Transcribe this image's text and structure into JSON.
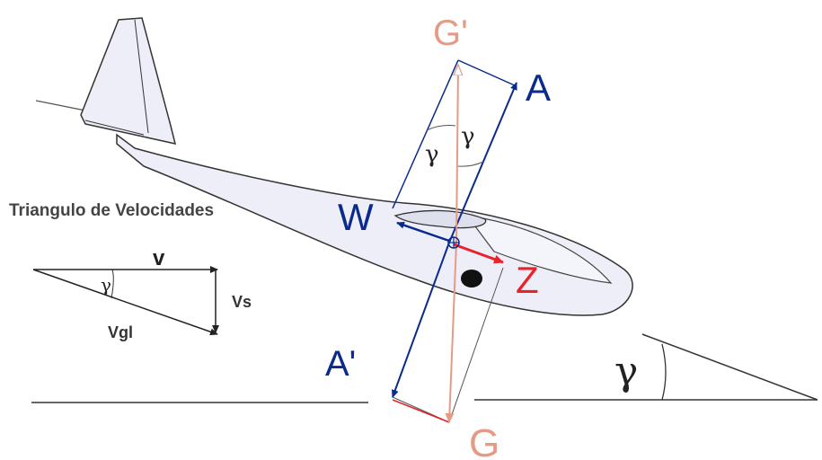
{
  "labels": {
    "g_prime": "G'",
    "a": "A",
    "gamma": "γ",
    "w": "W",
    "z": "Z",
    "a_prime": "A'",
    "g": "G"
  },
  "velocity_triangle": {
    "title": "Triangulo de Velocidades",
    "v": "v",
    "gamma": "γ",
    "vs": "Vs",
    "vgl": "Vgl"
  },
  "colors": {
    "blue": "#0a2a8c",
    "red": "#e8232a",
    "salmon": "#e59a86",
    "glider_fill": "#eeeef8",
    "line": "#333333"
  }
}
